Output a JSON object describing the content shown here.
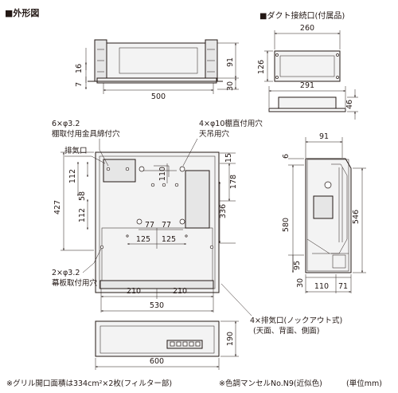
{
  "title": "■外形図",
  "duct": {
    "title": "■ダクト接続口(付属品)",
    "dims": {
      "width_top": "260",
      "height_left": "126",
      "width_bottom": "291",
      "depth_right": "46"
    }
  },
  "elevation": {
    "dims": {
      "d16": "16",
      "d7": "7",
      "d500": "500",
      "d91": "91",
      "d30": "30"
    }
  },
  "front": {
    "labels": {
      "holes_6": "6×φ3.2",
      "holes_6_desc": "棚取付用金具締付穴",
      "holes_4": "4×φ10棚直付用穴",
      "hang": "天吊用穴",
      "exhaust": "排気口",
      "holes_2": "2×φ3.2",
      "holes_2_desc": "幕板取付用穴",
      "knock_out": "4×排気口(ノックアウト式)",
      "knock_out_desc": "(天面、背面、側面)"
    },
    "dims": {
      "d427": "427",
      "d112a": "112",
      "d58": "58",
      "d112b": "112",
      "d110": "110",
      "d15": "15",
      "d178": "178",
      "d336": "336",
      "d77a": "77",
      "d77b": "77",
      "d125a": "125",
      "d125b": "125",
      "d210a": "210",
      "d210b": "210",
      "d530": "530"
    }
  },
  "side": {
    "dims": {
      "d91": "91",
      "d6": "6",
      "d580": "580",
      "d546": "546",
      "d95": "95",
      "d30": "30",
      "d110": "110",
      "d71": "71"
    }
  },
  "bottom": {
    "dims": {
      "d600": "600",
      "d190": "190"
    }
  },
  "notes": {
    "grille": "※グリル開口面積は334cm²×2枚(フィルター部)",
    "color": "※色調マンセルNo.N9(近似色)",
    "unit": "(単位mm)"
  }
}
